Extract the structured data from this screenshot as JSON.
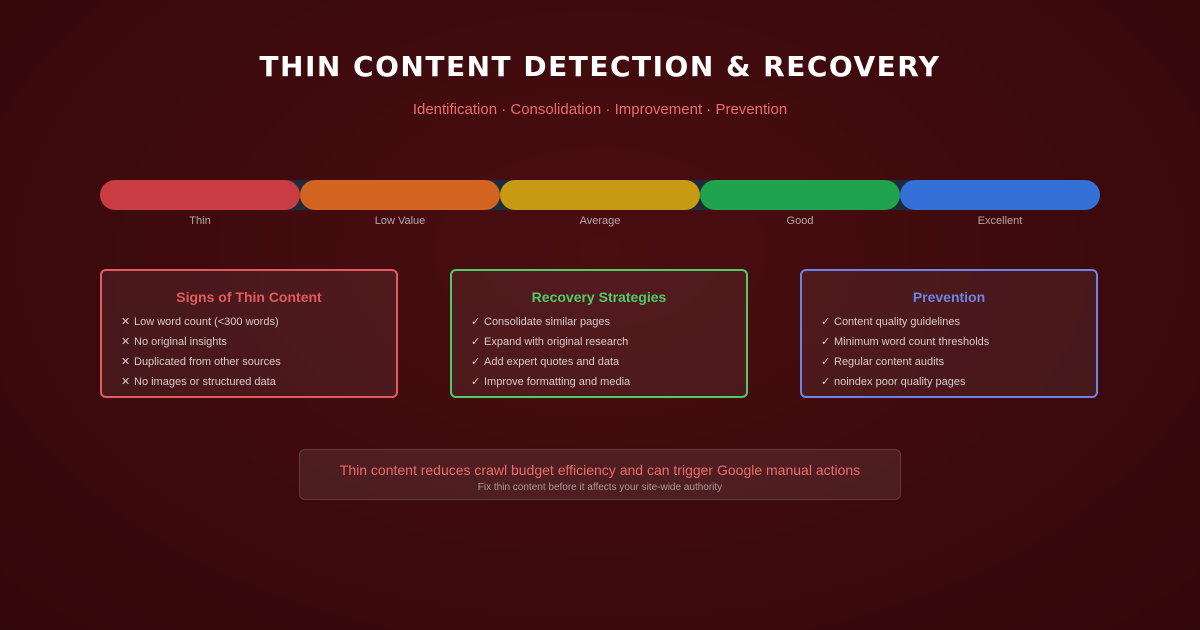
{
  "header": {
    "title": "THIN CONTENT DETECTION & RECOVERY",
    "subtitle": "Identification · Consolidation · Improvement · Prevention"
  },
  "quality_scale": {
    "segments": [
      {
        "label": "Thin",
        "color": "#c93c43"
      },
      {
        "label": "Low Value",
        "color": "#d2641f"
      },
      {
        "label": "Average",
        "color": "#c89a13"
      },
      {
        "label": "Good",
        "color": "#1fa34f"
      },
      {
        "label": "Excellent",
        "color": "#3470d7"
      }
    ]
  },
  "cards": [
    {
      "title": "Signs of Thin Content",
      "accent": "#e35a5f",
      "mark": "✕",
      "items": [
        "Low word count (<300 words)",
        "No original insights",
        "Duplicated from other sources",
        "No images or structured data"
      ]
    },
    {
      "title": "Recovery Strategies",
      "accent": "#4ccd67",
      "mark": "✓",
      "items": [
        "Consolidate similar pages",
        "Expand with original research",
        "Add expert quotes and data",
        "Improve formatting and media"
      ]
    },
    {
      "title": "Prevention",
      "accent": "#6d83e6",
      "mark": "✓",
      "items": [
        "Content quality guidelines",
        "Minimum word count thresholds",
        "Regular content audits",
        "noindex poor quality pages"
      ]
    }
  ],
  "note": {
    "main": "Thin content reduces crawl budget efficiency and can trigger Google manual actions",
    "sub": "Fix thin content before it affects your site-wide authority"
  }
}
